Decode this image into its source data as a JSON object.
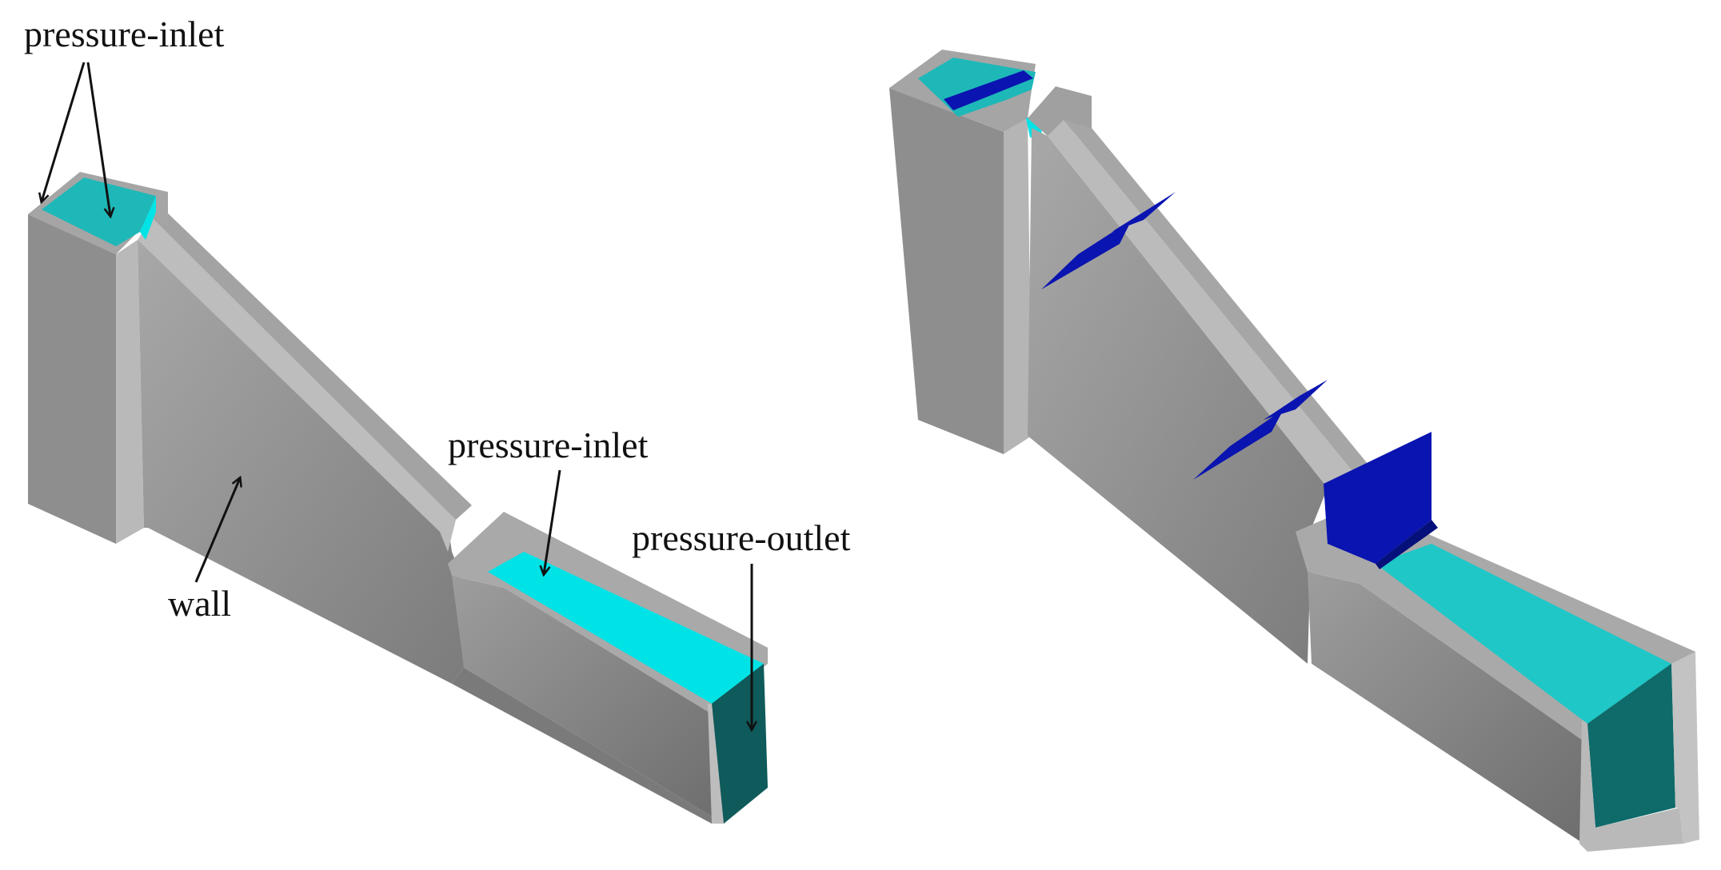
{
  "labels": {
    "inlet_top": "pressure-inlet",
    "inlet_bottom": "pressure-inlet",
    "outlet": "pressure-outlet",
    "wall": "wall"
  },
  "colors": {
    "wall_light": "#b4b4b4",
    "wall_mid": "#9a9a9a",
    "wall_dark": "#7f7f7f",
    "inlet": "#00e3e6",
    "inlet_teal": "#1fb8b8",
    "outlet": "#0f5a5a",
    "baffle": "#0a14b0"
  }
}
